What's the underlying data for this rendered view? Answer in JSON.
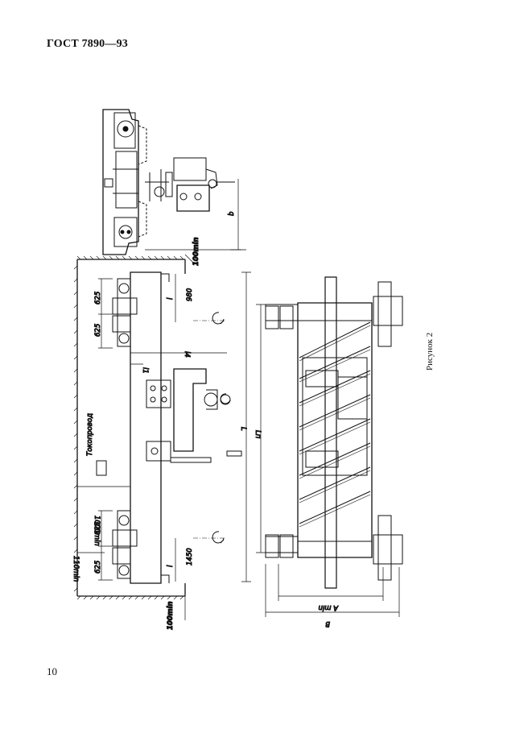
{
  "header": {
    "code": "ГОСТ 7890—93"
  },
  "footer": {
    "page_number": "10"
  },
  "figure": {
    "caption": "Рисунок 2",
    "labels": {
      "b": "b",
      "min100_top": "100min",
      "min100_bottom": "100min",
      "min1000": "1000min",
      "min110": "110min",
      "dim625_1": "625",
      "dim625_2": "625",
      "dim625_3": "625",
      "dim625_4": "625",
      "l_top": "l",
      "l_bottom": "l",
      "dim980": "980",
      "dim1450": "1450",
      "l1": "l1",
      "l4": "l4",
      "L": "L",
      "Ln": "Lп",
      "A_min": "A min",
      "B": "B",
      "tokopodvod": "Токопровод"
    }
  }
}
